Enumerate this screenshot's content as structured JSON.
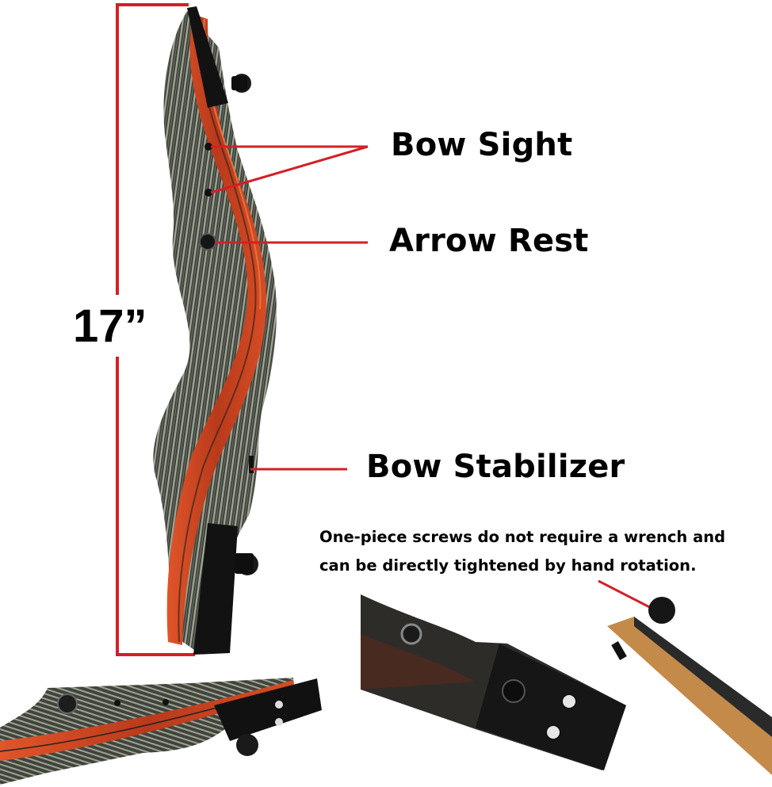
{
  "measurement": {
    "length_label": "17”",
    "color": "#d41f26"
  },
  "callouts": [
    {
      "id": "bow-sight",
      "label": "Bow Sight"
    },
    {
      "id": "arrow-rest",
      "label": "Arrow Rest"
    },
    {
      "id": "bow-stabilizer",
      "label": "Bow Stabilizer"
    }
  ],
  "note": {
    "line1": "One-piece screws do not require a wrench and",
    "line2": "can be directly tightened by hand rotation."
  },
  "images": {
    "main": "recurve-bow-riser-vertical",
    "bottom_left": "riser-limb-pocket-closeup",
    "bottom_right": "limb-bolt-and-limb-closeup"
  },
  "colors": {
    "accent_red": "#d41f26",
    "wood_red": "#c2411e",
    "wood_dark": "#3b3d38",
    "wood_light": "#8f9584",
    "metal_black": "#141414",
    "limb_wood": "#c48a4a"
  }
}
